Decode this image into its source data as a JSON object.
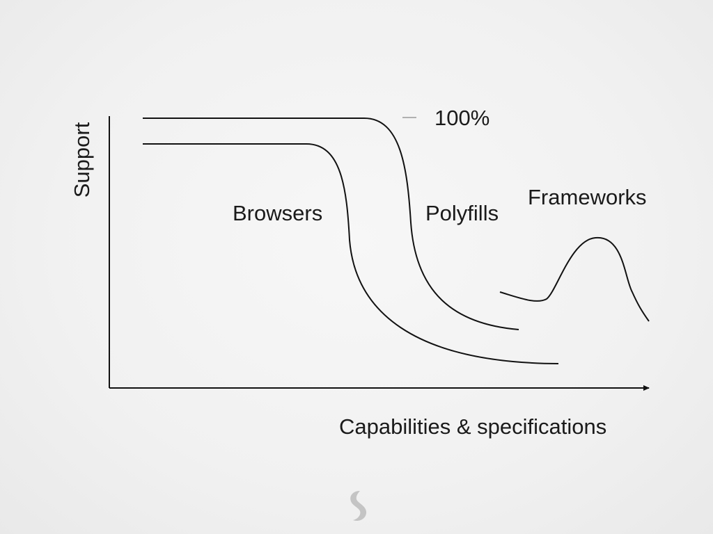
{
  "diagram": {
    "y_axis_label": "Support",
    "x_axis_label": "Capabilities & specifications",
    "hundred_percent_label": "100%",
    "curves": {
      "browsers": "Browsers",
      "polyfills": "Polyfills",
      "frameworks": "Frameworks"
    }
  },
  "colors": {
    "background": "#f2f2f2",
    "ink": "#111111",
    "logo": "#c4c4c4"
  },
  "icons": {
    "logo": "slideshare-logo-icon"
  }
}
